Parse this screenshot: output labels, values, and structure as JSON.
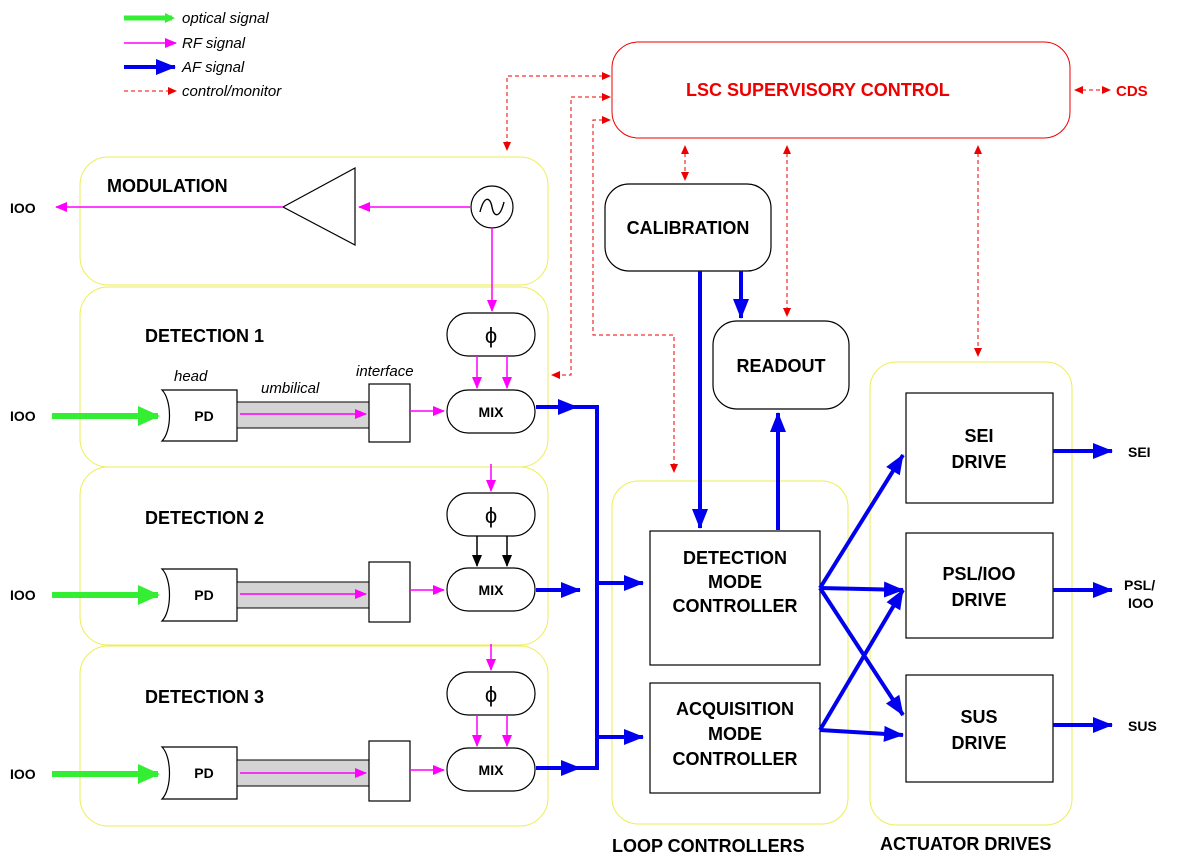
{
  "colors": {
    "optical": "#33ee33",
    "rf": "#ff00ff",
    "af": "#0000ee",
    "control": "#ee0000",
    "group_border": "#eeee55"
  },
  "legend": {
    "optical": "optical signal",
    "rf": "RF signal",
    "af": "AF signal",
    "control": "control/monitor"
  },
  "supervisory": {
    "title": "LSC SUPERVISORY CONTROL",
    "cds": "CDS"
  },
  "modulation": {
    "title": "MODULATION",
    "ioo": "IOO"
  },
  "detection": [
    {
      "title": "DETECTION 1",
      "ioo": "IOO",
      "pd": "PD",
      "phase": "ϕ",
      "mix": "MIX"
    },
    {
      "title": "DETECTION 2",
      "ioo": "IOO",
      "pd": "PD",
      "phase": "ϕ",
      "mix": "MIX"
    },
    {
      "title": "DETECTION 3",
      "ioo": "IOO",
      "pd": "PD",
      "phase": "ϕ",
      "mix": "MIX"
    }
  ],
  "detection_parts": {
    "head": "head",
    "umbilical": "umbilical",
    "interface": "interface"
  },
  "calibration": "CALIBRATION",
  "readout": "READOUT",
  "detection_controller": [
    "DETECTION",
    "MODE",
    "CONTROLLER"
  ],
  "acquisition_controller": [
    "ACQUISITION",
    "MODE",
    "CONTROLLER"
  ],
  "drives": {
    "sei": [
      "SEI",
      "DRIVE"
    ],
    "psl": [
      "PSL/IOO",
      "DRIVE"
    ],
    "sus": [
      "SUS",
      "DRIVE"
    ]
  },
  "outputs": {
    "sei": "SEI",
    "psl_1": "PSL/",
    "psl_2": "IOO",
    "sus": "SUS"
  },
  "group_labels": {
    "loop": "LOOP CONTROLLERS",
    "actuator": "ACTUATOR DRIVES"
  }
}
